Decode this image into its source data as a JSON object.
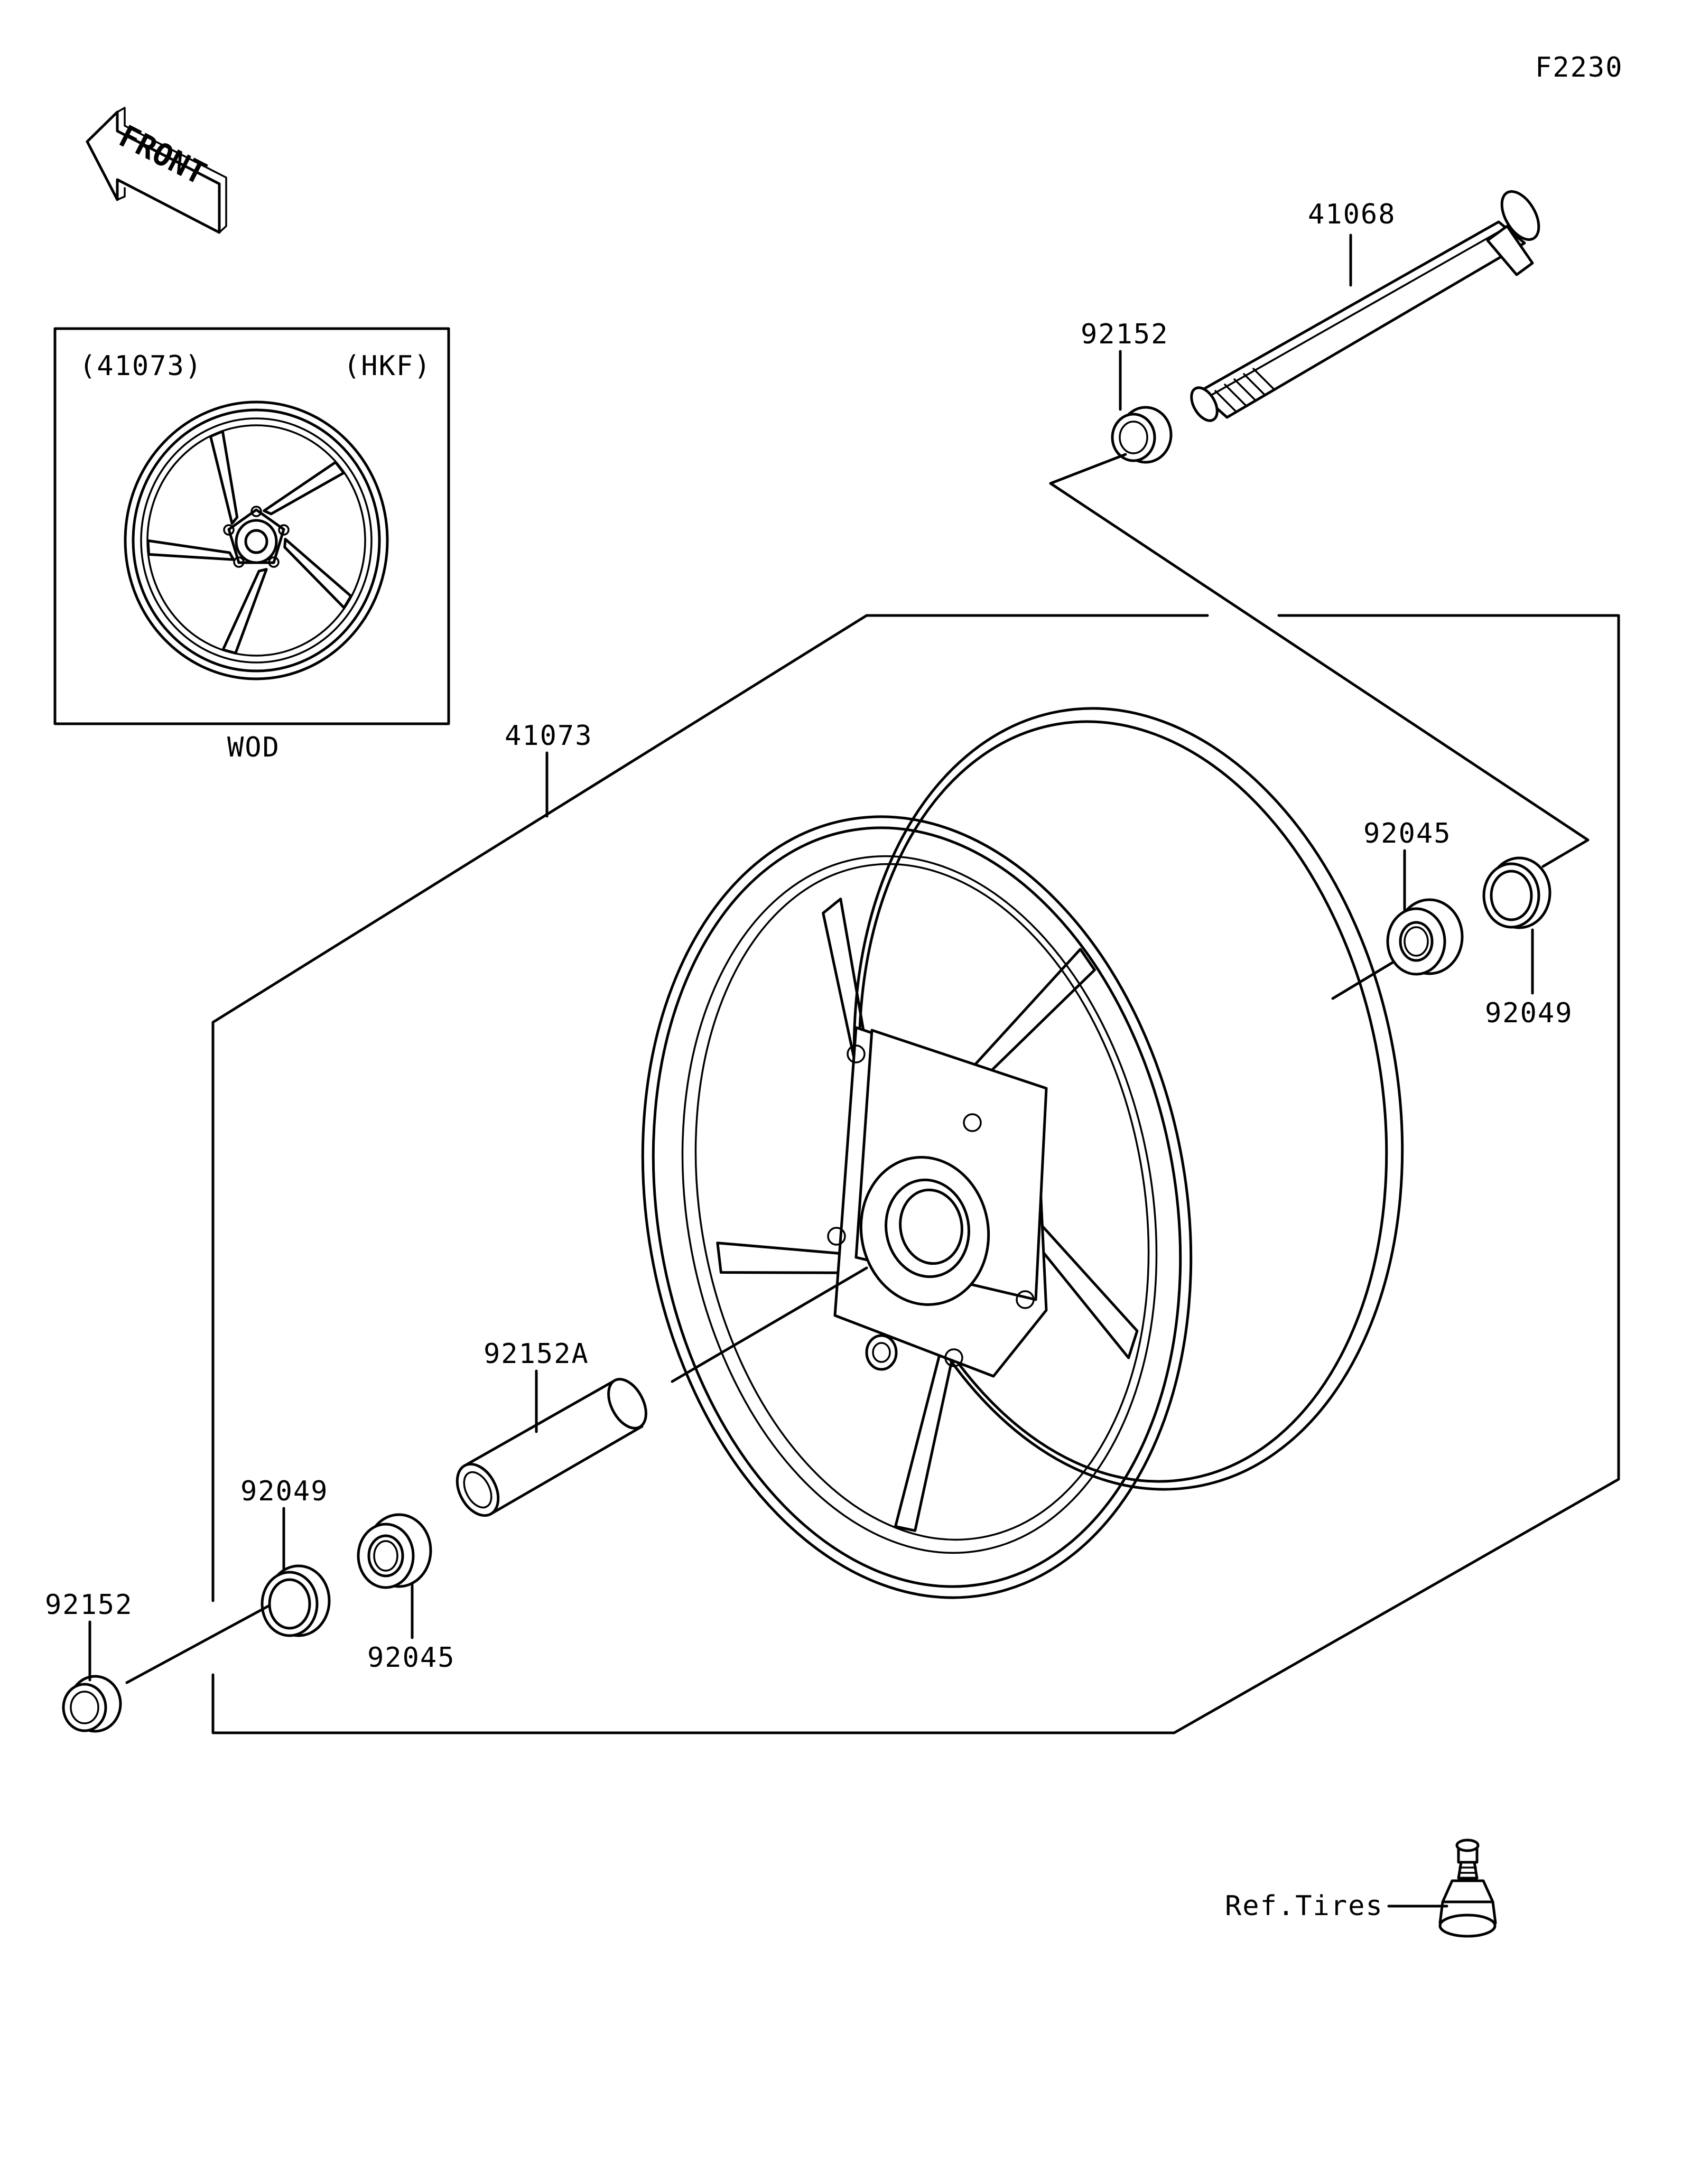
{
  "diagram": {
    "figure_code": "F2230",
    "front_arrow_text": "FRONT",
    "inset": {
      "part_number": "(41073)",
      "variant": "(HKF)",
      "caption": "WOD"
    },
    "labels": {
      "axle": "41068",
      "collar_top": "92152",
      "wheel": "41073",
      "bearing_right": "92045",
      "seal_right": "92049",
      "spacer": "92152A",
      "seal_left": "92049",
      "bearing_left": "92045",
      "collar_left": "92152",
      "valve_ref": "Ref.Tires"
    }
  }
}
